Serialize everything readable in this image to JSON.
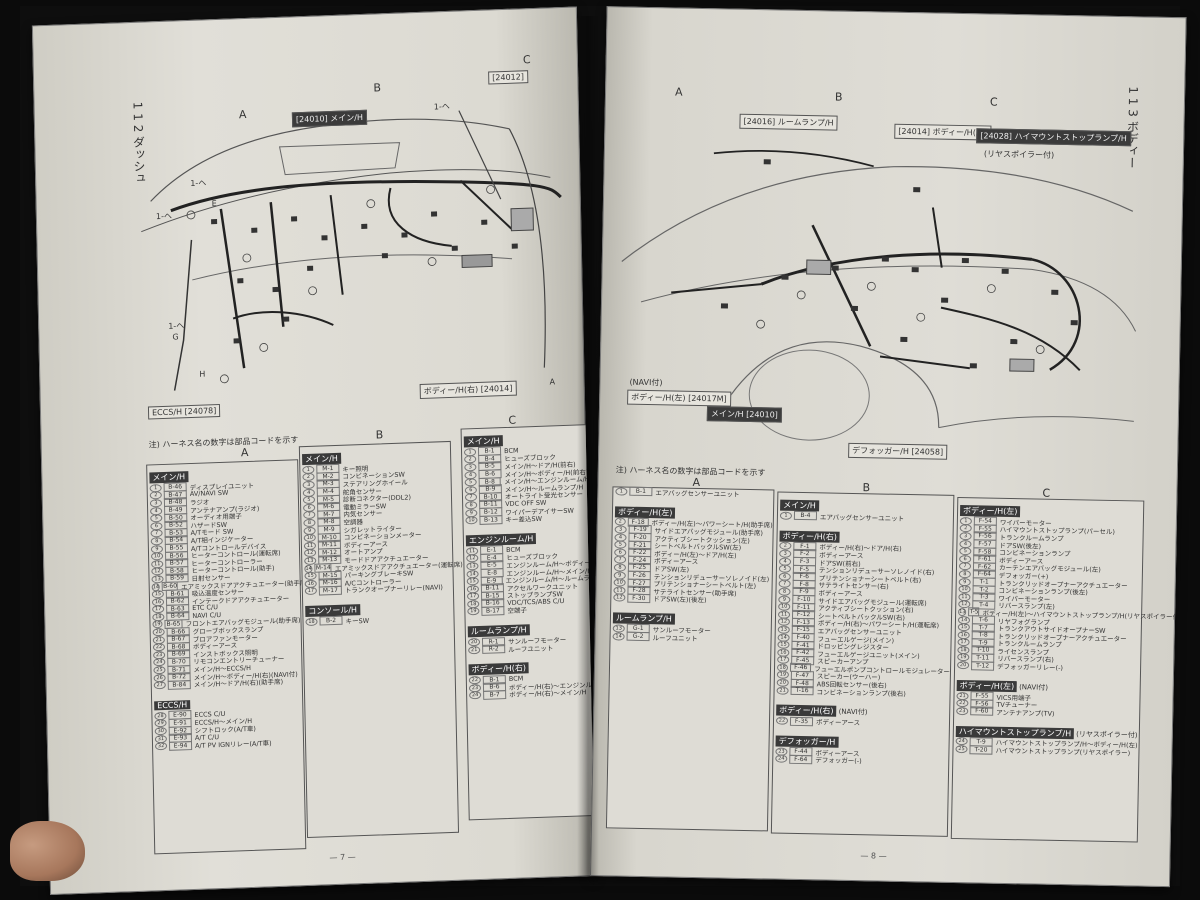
{
  "left_page": {
    "section_label": "1 1 2 ダッシュ",
    "columns": [
      "A",
      "B",
      "C"
    ],
    "refs": {
      "main": {
        "code": "[24010]",
        "name": "メイン/H"
      },
      "top_right": {
        "code": "[24012]",
        "name": ""
      },
      "ecc": {
        "code": "[24078]",
        "name": "ECCS/H"
      },
      "body_r": {
        "code": "[24014]",
        "name": "ボディー/H(右)"
      }
    },
    "tags": [
      "1-ヘ",
      "1-ヘ",
      "1-ヘ",
      "1-ヘ",
      "E",
      "G",
      "H",
      "A"
    ],
    "note": "注) ハーネス名の数字は部品コードを示す",
    "tables": {
      "col_a": {
        "sections": [
          {
            "header": "メイン/H",
            "rows": [
              [
                "B-46",
                "ディスプレイユニット"
              ],
              [
                "B-47",
                "AV/NAVI SW"
              ],
              [
                "B-48",
                "ラジオ"
              ],
              [
                "B-49",
                "アンテナアンプ(ラジオ)"
              ],
              [
                "B-50",
                "オーディオ用端子"
              ],
              [
                "B-52",
                "ハザードSW"
              ],
              [
                "B-53",
                "A/Tモード SW"
              ],
              [
                "B-54",
                "A/T相インジケーター"
              ],
              [
                "B-55",
                "A/Tコントロールデバイス"
              ],
              [
                "B-56",
                "ヒーターコントロール(運転席)"
              ],
              [
                "B-57",
                "ヒーターコントローラー"
              ],
              [
                "B-58",
                "ヒーターコントロール(助手)"
              ],
              [
                "B-59",
                "日射センサー"
              ],
              [
                "B-60",
                "エアミックスドアアクチュエーター(助手席)"
              ],
              [
                "B-61",
                "吸込温度センサー"
              ],
              [
                "B-62",
                "インテークドアアクチュエーター"
              ],
              [
                "B-63",
                "ETC C/U"
              ],
              [
                "B-64",
                "NAVI C/U"
              ],
              [
                "B-65",
                "フロントエアバッグモジュール(助手席)"
              ],
              [
                "B-66",
                "グローブボックスランプ"
              ],
              [
                "B-67",
                "ブロアファンモーター"
              ],
              [
                "B-68",
                "ボディーアース"
              ],
              [
                "B-69",
                "インストボックス照明"
              ],
              [
                "B-70",
                "リモコンエントリーチューナー"
              ],
              [
                "B-71",
                "メイン/H～ECCS/H"
              ],
              [
                "B-72",
                "メイン/H～ボディー/H(右)(NAVI付)"
              ],
              [
                "B-84",
                "メイン/H～ドア/H(右)(助手席)"
              ]
            ]
          },
          {
            "header": "ECCS/H",
            "rows": [
              [
                "E-90",
                "ECCS C/U"
              ],
              [
                "E-91",
                "ECCS/H～メイン/H"
              ],
              [
                "E-92",
                "シフトロック(A/T車)"
              ],
              [
                "E-93",
                "A/T C/U"
              ],
              [
                "E-94",
                "A/T PV IGNリレー(A/T車)"
              ]
            ]
          }
        ]
      },
      "col_b": {
        "sections": [
          {
            "header": "メイン/H",
            "rows": [
              [
                "M-1",
                "キー照明"
              ],
              [
                "M-2",
                "コンビネーションSW"
              ],
              [
                "M-3",
                "ステアリングホイール"
              ],
              [
                "M-4",
                "舵角センサー"
              ],
              [
                "M-5",
                "診断コネクター(DDL2)"
              ],
              [
                "M-6",
                "電動ミラーSW"
              ],
              [
                "M-7",
                "内気センサー"
              ],
              [
                "M-8",
                "空調器"
              ],
              [
                "M-9",
                "シガレットライター"
              ],
              [
                "M-10",
                "コンビネーションメーター"
              ],
              [
                "M-11",
                "ボディーアース"
              ],
              [
                "M-12",
                "オートアンプ"
              ],
              [
                "M-13",
                "モードドアアクチュエーター"
              ],
              [
                "M-14",
                "エアミックスドアアクチュエーター(運転席)"
              ],
              [
                "M-15",
                "パーキングブレーキSW"
              ],
              [
                "M-16",
                "A/Cコントローラー"
              ],
              [
                "M-17",
                "トランクオープナーリレー(NAVI)"
              ]
            ]
          },
          {
            "header": "コンソール/H",
            "rows": [
              [
                "B-2",
                "キーSW"
              ]
            ]
          }
        ]
      },
      "col_c": {
        "sections": [
          {
            "header": "メイン/H",
            "rows": [
              [
                "B-1",
                "BCM"
              ],
              [
                "B-4",
                "ヒューズブロック"
              ],
              [
                "B-5",
                "メイン/H～ドア/H(前右)"
              ],
              [
                "B-6",
                "メイン/H～ボディー/H(前右)"
              ],
              [
                "B-8",
                "メイン/H～エンジンルーム/H(前右)"
              ],
              [
                "B-9",
                "メイン/H～ルームランプ/H"
              ],
              [
                "B-10",
                "オートライト受光センサー"
              ],
              [
                "B-11",
                "VDC OFF SW"
              ],
              [
                "B-12",
                "ワイパーデアイサーSW"
              ],
              [
                "B-13",
                "キー差込SW"
              ]
            ]
          },
          {
            "header": "エンジンルーム/H",
            "rows": [
              [
                "E-1",
                "BCM"
              ],
              [
                "E-4",
                "ヒューズブロック"
              ],
              [
                "E-5",
                "エンジンルーム/H～ボディー/H(右)"
              ],
              [
                "E-8",
                "エンジンルーム/H～メイン/H"
              ],
              [
                "E-9",
                "エンジンルーム/H～ルームランプ/H"
              ],
              [
                "B-11",
                "アクセルワークユニット"
              ],
              [
                "B-15",
                "ストップランプSW"
              ],
              [
                "B-16",
                "VDC/TCS/ABS C/U"
              ],
              [
                "B-17",
                "空端子"
              ]
            ]
          },
          {
            "header": "ルームランプ/H",
            "rows": [
              [
                "R-1",
                "サンルーフモーター"
              ],
              [
                "R-2",
                "ルーフユニット"
              ]
            ]
          },
          {
            "header": "ボディー/H(右)",
            "rows": [
              [
                "B-1",
                "BCM"
              ],
              [
                "B-6",
                "ボディー/H(右)～エンジンルーム/H"
              ],
              [
                "B-7",
                "ボディー/H(右)～メイン/H"
              ]
            ]
          }
        ]
      }
    },
    "page_number": "— 7 —"
  },
  "right_page": {
    "section_label": "1 1 3 ボディー",
    "columns": [
      "A",
      "B",
      "C"
    ],
    "refs": {
      "roomlamp": {
        "code": "[24016]",
        "name": "ルームランプ/H"
      },
      "body_l": {
        "code": "[24014]",
        "name": "ボディー/H(左)"
      },
      "highmount": {
        "code": "[24028]",
        "name": "ハイマウントストップランプ/H"
      },
      "highmount_sub": {
        "code": "",
        "name": "(リヤスポイラー付)"
      },
      "body_l2": {
        "code": "[24017M]",
        "name": "ボディー/H(左)"
      },
      "navi": {
        "code": "",
        "name": "(NAVI付)"
      },
      "main": {
        "code": "[24010]",
        "name": "メイン/H"
      },
      "defogger": {
        "code": "[24058]",
        "name": "デフォッガー/H"
      }
    },
    "note": "注) ハーネス名の数字は部品コードを示す",
    "tables": {
      "col_a": {
        "sections": [
          {
            "header": "",
            "rows": [
              [
                "B-1",
                "エアバッグセンサーユニット"
              ]
            ]
          },
          {
            "header": "ボディー/H(左)",
            "rows": [
              [
                "F-18",
                "ボディー/H(左)～パワーシート/H(助手席)"
              ],
              [
                "F-19",
                "サイドエアバッグモジュール(助手席)"
              ],
              [
                "F-20",
                "アクティブシートクッション(左)"
              ],
              [
                "F-21",
                "シートベルトバックルSW(左)"
              ],
              [
                "F-22",
                "ボディー/H(左)～ドア/H(左)"
              ],
              [
                "F-24",
                "ボディーアース"
              ],
              [
                "F-25",
                "ドアSW(左)"
              ],
              [
                "F-26",
                "テンションリデューサーソレノイド(左)"
              ],
              [
                "F-27",
                "プリテンショナーシートベルト(左)"
              ],
              [
                "F-28",
                "サテライトセンサー(助手席)"
              ],
              [
                "F-30",
                "ドアSW(左)(後左)"
              ]
            ]
          },
          {
            "header": "ルームランプ/H",
            "rows": [
              [
                "G-1",
                "サンルーフモーター"
              ],
              [
                "G-2",
                "ルーフユニット"
              ]
            ]
          }
        ]
      },
      "col_b": {
        "sections": [
          {
            "header": "メイン/H",
            "rows": [
              [
                "B-4",
                "エアバッグセンサーユニット"
              ]
            ]
          },
          {
            "header": "ボディー/H(右)",
            "rows": [
              [
                "F-1",
                "ボディー/H(右)～ドア/H(右)"
              ],
              [
                "F-2",
                "ボディーアース"
              ],
              [
                "F-3",
                "ドアSW(前右)"
              ],
              [
                "F-5",
                "テンションリデューサーソレノイド(右)"
              ],
              [
                "F-6",
                "プリテンショナーシートベルト(右)"
              ],
              [
                "F-8",
                "サテライトセンサー(右)"
              ],
              [
                "F-9",
                "ボディーアース"
              ],
              [
                "F-10",
                "サイドエアバッグモジュール(運転席)"
              ],
              [
                "F-11",
                "アクティブシートクッション(右)"
              ],
              [
                "F-12",
                "シートベルトバックルSW(右)"
              ],
              [
                "F-13",
                "ボディー/H(右)～パワーシート/H(運転席)"
              ],
              [
                "F-15",
                "エアバッグセンサーユニット"
              ],
              [
                "F-40",
                "フューエルゲージ(メイン)"
              ],
              [
                "F-41",
                "ドロッピングレジスター"
              ],
              [
                "F-42",
                "フューエルゲージユニット(メイン)"
              ],
              [
                "F-45",
                "スピーカーアンプ"
              ],
              [
                "F-46",
                "フューエルポンプコントロールモジュレーター"
              ],
              [
                "F-47",
                "スピーカー(ウーハー)"
              ],
              [
                "F-48",
                "ABS回転センサー(後右)"
              ],
              [
                "T-16",
                "コンビネーションランプ(後右)"
              ]
            ]
          },
          {
            "header": "ボディー/H(右)",
            "sub": "(NAVI付)",
            "rows": [
              [
                "F-35",
                "ボディーアース"
              ]
            ]
          },
          {
            "header": "デフォッガー/H",
            "rows": [
              [
                "F-44",
                "ボディーアース"
              ],
              [
                "F-64",
                "デフォッガー(-)"
              ]
            ]
          }
        ]
      },
      "col_c": {
        "sections": [
          {
            "header": "ボディー/H(左)",
            "rows": [
              [
                "F-54",
                "ワイパーモーター"
              ],
              [
                "F-55",
                "ハイマウントストップランプ(パーセル)"
              ],
              [
                "F-56",
                "トランクルームランプ"
              ],
              [
                "F-57",
                "ドアSW(後左)"
              ],
              [
                "F-58",
                "コンビネーションランプ"
              ],
              [
                "F-61",
                "ボディーアース"
              ],
              [
                "F-62",
                "カーテンエアバッグモジュール(左)"
              ],
              [
                "F-64",
                "デフォッガー(+)"
              ],
              [
                "T-1",
                "トランクリッドオープナーアクチュエーター"
              ],
              [
                "T-2",
                "コンビネーションランプ(後左)"
              ],
              [
                "T-3",
                "ワイパーモーター"
              ],
              [
                "T-4",
                "リバースランプ(左)"
              ],
              [
                "T-5",
                "ボディー/H(左)～ハイマウントストップランプ/H(リヤスポイラー付)"
              ],
              [
                "T-6",
                "リヤフォグランプ"
              ],
              [
                "T-7",
                "トランクアウトサイドオープナーSW"
              ],
              [
                "T-8",
                "トランクリッドオープナーアクチュエーター"
              ],
              [
                "T-9",
                "トランクルームランプ"
              ],
              [
                "T-10",
                "ライセンスランプ"
              ],
              [
                "T-11",
                "リバースランプ(右)"
              ],
              [
                "T-12",
                "デフォッガーリレー(-)"
              ]
            ]
          },
          {
            "header": "ボディー/H(左)",
            "sub": "(NAVI付)",
            "rows": [
              [
                "F-55",
                "VICS用端子"
              ],
              [
                "F-56",
                "TVチューナー"
              ],
              [
                "F-60",
                "アンテナアンプ(TV)"
              ]
            ]
          },
          {
            "header": "ハイマウントストップランプ/H",
            "sub": "(リヤスポイラー付)",
            "rows": [
              [
                "T-9",
                "ハイマウントストップランプ/H～ボディー/H(左)"
              ],
              [
                "T-20",
                "ハイマウントストップランプ(リヤスポイラー)"
              ]
            ]
          }
        ]
      }
    },
    "page_number": "— 8 —"
  }
}
